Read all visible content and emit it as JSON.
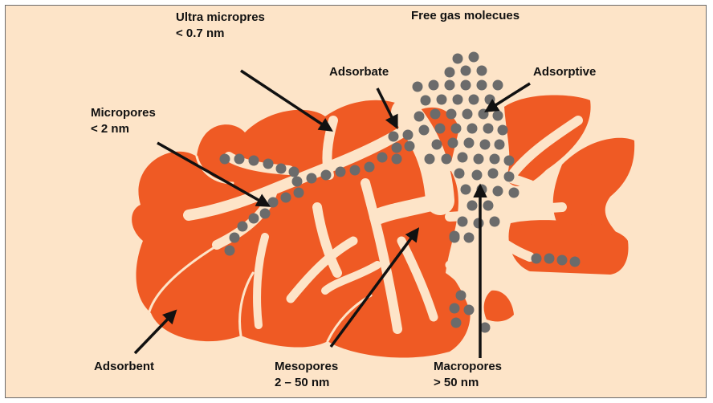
{
  "labels": {
    "ultra_micropores": {
      "line1": "Ultra micropres",
      "line2": "< 0.7 nm"
    },
    "free_gas": {
      "line1": "Free gas molecues"
    },
    "adsorbate": {
      "line1": "Adsorbate"
    },
    "adsorptive": {
      "line1": "Adsorptive"
    },
    "micropores": {
      "line1": "Micropores",
      "line2": "< 2 nm"
    },
    "adsorbent": {
      "line1": "Adsorbent"
    },
    "mesopores": {
      "line1": "Mesopores",
      "line2": "2 – 50 nm"
    },
    "macropores": {
      "line1": "Macropores",
      "line2": "> 50 nm"
    }
  },
  "colors": {
    "background": "#fde4c8",
    "adsorbent": "#ef5a24",
    "pore": "#fde4c8",
    "molecule": "#6b6b6b",
    "arrow": "#111111"
  }
}
